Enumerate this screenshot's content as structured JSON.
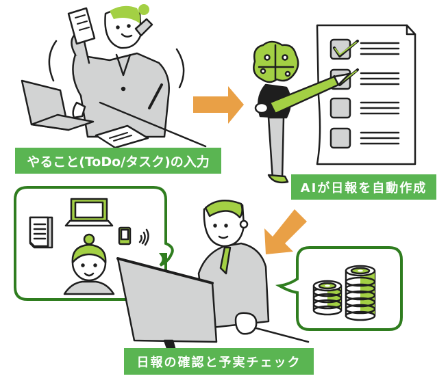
{
  "colors": {
    "label_green": "#5AB552",
    "bubble_border": "#2F7D1F",
    "accent_lime": "#A3D044",
    "arrow_orange": "#E9A046",
    "ink": "#1E1E1E",
    "gray_fill": "#D2D3D3"
  },
  "steps": [
    {
      "id": 1,
      "label": "やること(ToDo/タスク)の入力",
      "scene": "woman-multitasking-at-laptop"
    },
    {
      "id": 2,
      "label": "AIが日報を自動作成",
      "scene": "ai-brain-figure-checking-list"
    },
    {
      "id": 3,
      "label": "日報の確認と予実チェック",
      "scene": "manager-at-monitor"
    }
  ],
  "arrows": [
    {
      "from": 1,
      "to": 2,
      "direction": "right"
    },
    {
      "from": 2,
      "to": 3,
      "direction": "down-left"
    }
  ],
  "bubbles": [
    {
      "name": "report-contents-bubble",
      "icons": [
        "document-icon",
        "laptop-icon",
        "smartphone-icon",
        "wifi-signal-icon",
        "employee-avatar"
      ]
    },
    {
      "name": "budget-actual-bubble",
      "icons": [
        "coin-stack-icon",
        "coin-stack-icon"
      ]
    }
  ],
  "checklist": {
    "items": [
      {
        "checked": true
      },
      {
        "checked": true
      },
      {
        "checked": false
      },
      {
        "checked": false
      }
    ]
  }
}
